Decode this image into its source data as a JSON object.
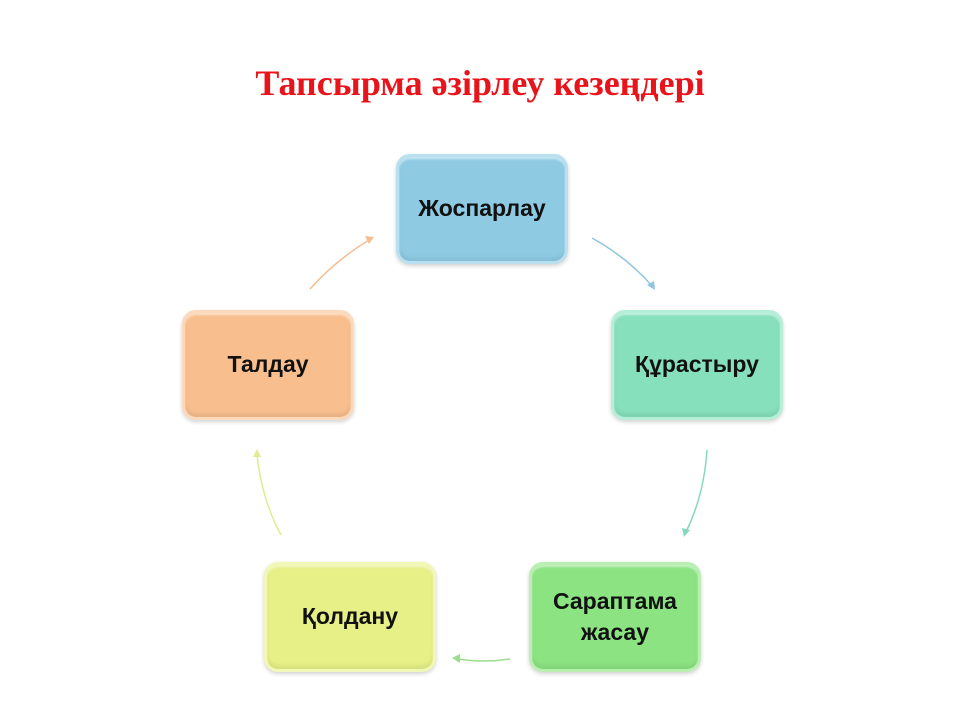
{
  "title": "Тапсырма әзірлеу кезеңдері",
  "colors": {
    "title": "#e8141b",
    "nodes": [
      "#8ecbe3",
      "#86e0bc",
      "#8be382",
      "#e6f086",
      "#f8be8e"
    ],
    "node_borders": [
      "#b9e0f0",
      "#b6efd7",
      "#b9f0b2",
      "#f1f7b5",
      "#fbd9bb"
    ],
    "arrows": [
      "#8ec5e0",
      "#86d8c0",
      "#9bdc8e",
      "#e2ea92",
      "#f5bd90"
    ]
  },
  "nodes": [
    {
      "label": "Жоспарлау"
    },
    {
      "label": "Құрастыру"
    },
    {
      "label": "Сараптама жасау"
    },
    {
      "label": "Қолдану"
    },
    {
      "label": "Талдау"
    }
  ]
}
